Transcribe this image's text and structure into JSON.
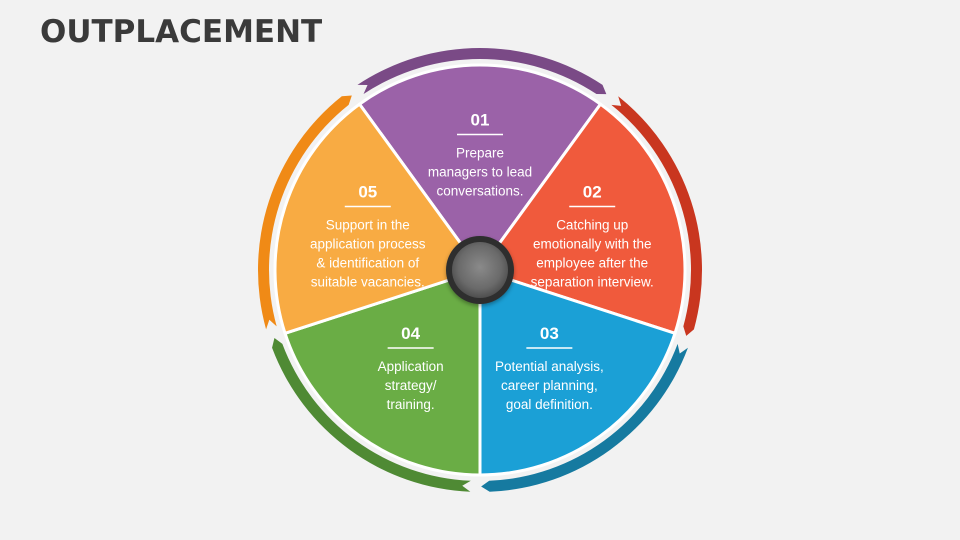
{
  "title": "OUTPLACEMENT",
  "segments": [
    {
      "number": "01",
      "lines": [
        "Prepare",
        "managers to lead",
        "conversations."
      ],
      "color": "#9b62a8",
      "ring_color": "#7a4a86"
    },
    {
      "number": "02",
      "lines": [
        "Catching up",
        "emotionally with the",
        "employee after the",
        "separation interview."
      ],
      "color": "#f05a3c",
      "ring_color": "#c9361f"
    },
    {
      "number": "03",
      "lines": [
        "Potential analysis,",
        "career planning,",
        "goal definition."
      ],
      "color": "#1ba0d6",
      "ring_color": "#167aa0"
    },
    {
      "number": "04",
      "lines": [
        "Application",
        "strategy/",
        "training."
      ],
      "color": "#6aad45",
      "ring_color": "#4f8a34"
    },
    {
      "number": "05",
      "lines": [
        "Support in the",
        "application process",
        "& identification of",
        "suitable vacancies."
      ],
      "color": "#f8ab43",
      "ring_color": "#f08a16"
    }
  ],
  "center_hub": {
    "icon": "gray-circle-hub"
  }
}
